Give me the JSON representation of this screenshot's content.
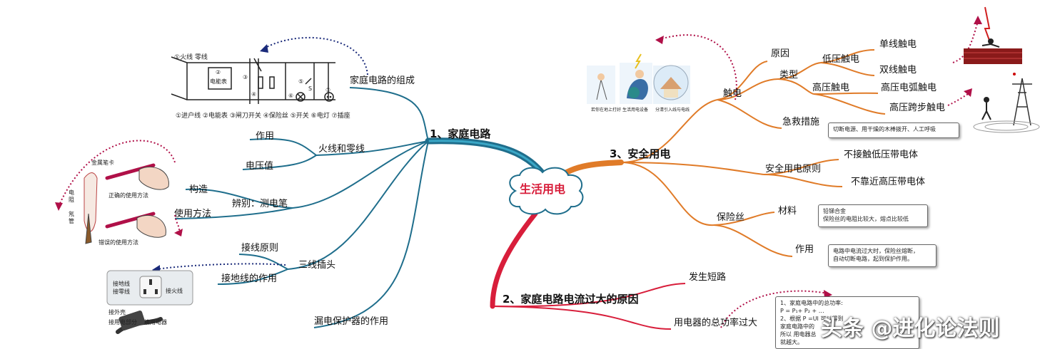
{
  "center": {
    "label": "生活用电"
  },
  "branches": {
    "b1": {
      "label": "1、家庭电路",
      "composition": {
        "label": "家庭电路的组成",
        "diagram_top": "①火线 零线",
        "meter": "电能表",
        "nums": [
          "②",
          "③",
          "④",
          "⑤",
          "⑥",
          "⑦"
        ],
        "switch_mark": "S",
        "diagram_caption": "①进户线 ②电能表 ③闸刀开关 ④保险丝 ⑤开关 ⑥电灯 ⑦插座"
      },
      "live_neutral": {
        "label": "火线和零线",
        "items": [
          "作用",
          "电压值"
        ]
      },
      "test_pen": {
        "label": "辨别：测电笔",
        "items": [
          "构造",
          "使用方法"
        ],
        "pic_labels": {
          "cap": "金属笔卡",
          "right": "正确的使用方法",
          "wrong": "错误的使用方法",
          "resistor": "电阻",
          "neon": "氖管"
        }
      },
      "three_pin": {
        "label": "三线插头",
        "items": [
          "接线原则",
          "接地线的作用"
        ],
        "pic_labels": {
          "ground": "接地线",
          "neutral": "接零线",
          "live": "接火线",
          "case": "接外壳",
          "part": "接用电部分",
          "appliance": "接用电器"
        }
      },
      "leakage": {
        "label": "漏电保护器的作用"
      }
    },
    "b2": {
      "label": "2、家庭电路电流过大的原因",
      "short": "发生短路",
      "power": {
        "label": "用电器的总功率过大",
        "note_lines": [
          "1、家庭电路中的总功率:",
          "P = P₁+ P₂ + …",
          "2、根据 P =UI 可以得到",
          "家庭电路中的",
          "所以 用电器总",
          "就越大。"
        ]
      }
    },
    "b3": {
      "label": "3、安全用电",
      "shock": {
        "label": "触电",
        "cause": "原因",
        "type": {
          "label": "类型",
          "low": {
            "label": "低压触电",
            "items": [
              "单线触电",
              "双线触电"
            ]
          },
          "high": {
            "label": "高压触电",
            "items": [
              "高压电弧触电",
              "高压跨步触电"
            ]
          }
        },
        "aid": {
          "label": "急救措施",
          "note": "切断电源、用干燥的木棒拨开、人工呼吸"
        }
      },
      "principle": {
        "label": "安全用电原则",
        "items": [
          "不接触低压带电体",
          "不靠近高压带电体"
        ]
      },
      "fuse": {
        "label": "保险丝",
        "material": {
          "label": "材料",
          "note_lines": [
            "铅锑合金",
            "保险丝的电阻比较大，熔点比较低"
          ]
        },
        "function": {
          "label": "作用",
          "note_lines": [
            "电路中电流过大时，保险丝熔断，",
            "自动切断电路，起到保护作用。"
          ]
        }
      },
      "pic_captions": [
        "若你在地上打好",
        "生活用电设备",
        "分清引入线与电线"
      ]
    }
  },
  "watermark": "头条 @进化论法则",
  "colors": {
    "teal": "#1f6e8c",
    "orange": "#e07b28",
    "red": "#d81e3b",
    "dotted": "#b01048",
    "navy": "#1a2a7a"
  }
}
